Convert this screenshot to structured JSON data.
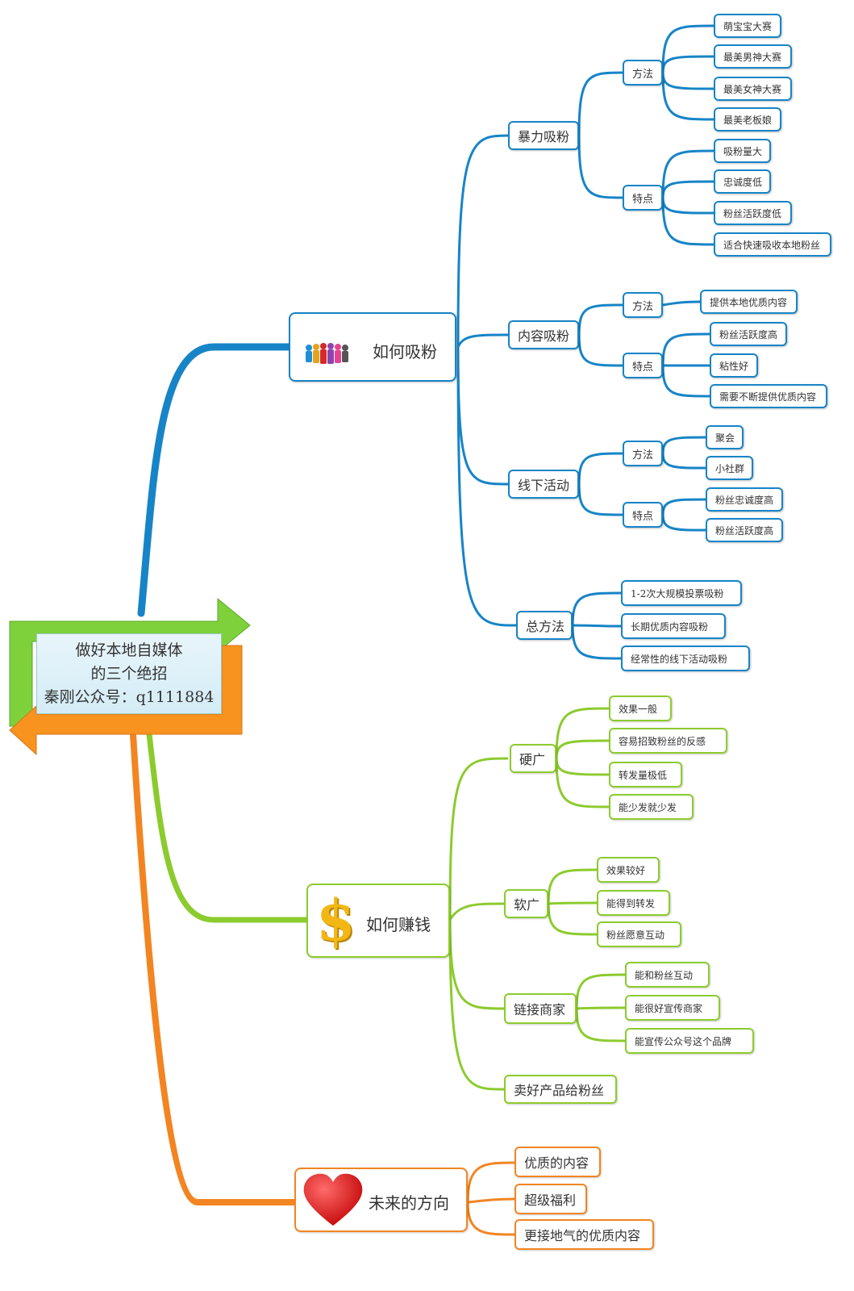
{
  "colors": {
    "blue": "#1784c7",
    "green": "#8ccb2e",
    "orange": "#f28522",
    "center_green": "#7fd13b",
    "center_orange": "#f7931e"
  },
  "center": {
    "line1": "做好本地自媒体",
    "line2": "的三个绝招",
    "line3": "秦刚公众号：q1111884"
  },
  "branch1": {
    "title": "如何吸粉",
    "icon": "people-icon",
    "violent": {
      "label": "暴力吸粉",
      "method": "方法",
      "features": "特点",
      "methods": [
        "萌宝宝大赛",
        "最美男神大赛",
        "最美女神大赛",
        "最美老板娘"
      ],
      "traits": [
        "吸粉量大",
        "忠诚度低",
        "粉丝活跃度低",
        "适合快速吸收本地粉丝"
      ]
    },
    "content": {
      "label": "内容吸粉",
      "method": "方法",
      "features": "特点",
      "methods": [
        "提供本地优质内容"
      ],
      "traits": [
        "粉丝活跃度高",
        "粘性好",
        "需要不断提供优质内容"
      ]
    },
    "offline": {
      "label": "线下活动",
      "method": "方法",
      "features": "特点",
      "methods": [
        "聚会",
        "小社群"
      ],
      "traits": [
        "粉丝忠诚度高",
        "粉丝活跃度高"
      ]
    },
    "overall": {
      "label": "总方法",
      "items": [
        "1-2次大规模投票吸粉",
        "长期优质内容吸粉",
        "经常性的线下活动吸粉"
      ]
    }
  },
  "branch2": {
    "title": "如何赚钱",
    "icon": "dollar-icon",
    "hard": {
      "label": "硬广",
      "items": [
        "效果一般",
        "容易招致粉丝的反感",
        "转发量极低",
        "能少发就少发"
      ]
    },
    "soft": {
      "label": "软广",
      "items": [
        "效果较好",
        "能得到转发",
        "粉丝愿意互动"
      ]
    },
    "link": {
      "label": "链接商家",
      "items": [
        "能和粉丝互动",
        "能很好宣传商家",
        "能宣传公众号这个品牌"
      ]
    },
    "sell": {
      "label": "卖好产品给粉丝"
    }
  },
  "branch3": {
    "title": "未来的方向",
    "icon": "heart-icon",
    "items": [
      "优质的内容",
      "超级福利",
      "更接地气的优质内容"
    ]
  }
}
